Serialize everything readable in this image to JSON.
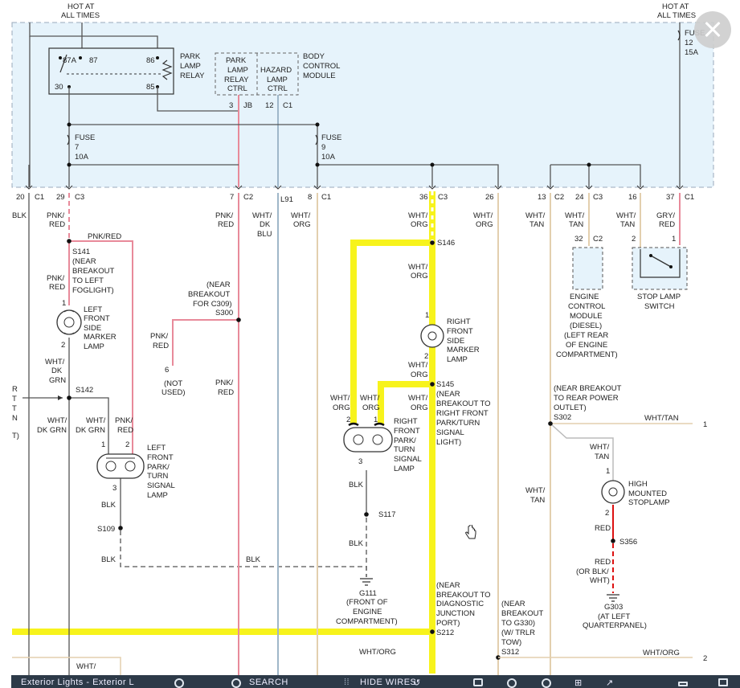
{
  "top": {
    "hot_left": "HOT AT",
    "hot_left2": "ALL TIMES",
    "hot_right": "HOT AT",
    "hot_right2": "ALL TIMES"
  },
  "relay": {
    "label1": "PARK",
    "label2": "LAMP",
    "label3": "RELAY",
    "pin87a": "87A",
    "pin87": "87",
    "pin86": "86",
    "pin30": "30",
    "pin85": "85"
  },
  "bcm": {
    "box1a": "PARK",
    "box1b": "LAMP",
    "box1c": "RELAY",
    "box1d": "CTRL",
    "box2a": "HAZARD",
    "box2b": "LAMP",
    "box2c": "CTRL",
    "label1": "BODY",
    "label2": "CONTROL",
    "label3": "MODULE",
    "pin3": "3",
    "jb": "JB",
    "pin12": "12",
    "c1": "C1"
  },
  "fuses": {
    "f7a": "FUSE",
    "f7b": "7",
    "f7c": "10A",
    "f9a": "FUSE",
    "f9b": "9",
    "f9c": "10A",
    "f12a": "FUSE",
    "f12b": "12",
    "f12c": "15A"
  },
  "pins": {
    "p20": "20",
    "p20c": "C1",
    "p29": "29",
    "p29c": "C3",
    "p7": "7",
    "p7c": "C2",
    "l91": "L91",
    "p8": "8",
    "p8c": "C1",
    "p36": "36",
    "p36c": "C3",
    "p26": "26",
    "p13": "13",
    "p13c": "C2",
    "p24": "24",
    "p24c": "C3",
    "p16": "16",
    "p37": "37",
    "p37c": "C1"
  },
  "wires": {
    "blk_left": "BLK",
    "pnk_red1": "PNK/",
    "pnk_red1b": "RED",
    "pnk_red_h": "PNK/RED",
    "pnk_red_p7": "PNK/",
    "pnk_red_p7b": "RED",
    "wht_dk_blu": "WHT/",
    "wht_dk_blu2": "DK",
    "wht_dk_blu3": "BLU",
    "wht_org_p8": "WHT/",
    "wht_org_p8b": "ORG",
    "wht_org_p36": "WHT/",
    "wht_org_p36b": "ORG",
    "wht_org_p26": "WHT/",
    "wht_org_p26b": "ORG",
    "wht_tan_p13": "WHT/",
    "wht_tan_p13b": "TAN",
    "wht_tan_p24": "WHT/",
    "wht_tan_p24b": "TAN",
    "wht_tan_p16": "WHT/",
    "wht_tan_p16b": "TAN",
    "gry_red": "GRY/",
    "gry_redb": "RED"
  },
  "left_col": {
    "s141": "S141",
    "s141_n1": "(NEAR",
    "s141_n2": "BREAKOUT",
    "s141_n3": "TO LEFT",
    "s141_n4": "FOGLIGHT)",
    "pnk_red2": "PNK/",
    "pnk_red2b": "RED",
    "lamp_l1": "LEFT",
    "lamp_l2": "FRONT",
    "lamp_l3": "SIDE",
    "lamp_l4": "MARKER",
    "lamp_l5": "LAMP",
    "pin1": "1",
    "pin2": "2",
    "wht_dk_grn": "WHT/",
    "wht_dk_grn2": "DK",
    "wht_dk_grn3": "GRN",
    "s142": "S142",
    "edge_r1": "R",
    "edge_r2": "T",
    "edge_r3": "T",
    "edge_r4": "N",
    "edge_r5": "T)",
    "w1": "WHT/",
    "w1b": "DK GRN",
    "w2": "WHT/",
    "w2b": "DK GRN",
    "w3": "PNK/",
    "w3b": "RED",
    "turn1": "LEFT",
    "turn2": "FRONT",
    "turn3": "PARK/",
    "turn4": "TURN",
    "turn5": "SIGNAL",
    "turn6": "LAMP",
    "tp1": "1",
    "tp2": "2",
    "tp3": "3",
    "blk1": "BLK",
    "s109": "S109",
    "blk2": "BLK"
  },
  "mid": {
    "s300_1": "(NEAR",
    "s300_2": "BREAKOUT",
    "s300_3": "FOR C309)",
    "s300": "S300",
    "pnk_red3": "PNK/",
    "pnk_red3b": "RED",
    "pin6": "6",
    "nu1": "(NOT",
    "nu2": "USED)",
    "pnk_red4": "PNK/",
    "pnk_red4b": "RED",
    "blk3": "BLK",
    "g111": "G111",
    "g111_2": "(FRONT OF",
    "g111_3": "ENGINE",
    "g111_4": "COMPARTMENT)"
  },
  "right_front": {
    "s146": "S146",
    "wo1": "WHT/",
    "wo1b": "ORG",
    "lamp1": "RIGHT",
    "lamp2": "FRONT",
    "lamp3": "SIDE",
    "lamp4": "MARKER",
    "lamp5": "LAMP",
    "rp1": "1",
    "rp2": "2",
    "wo2": "WHT/",
    "wo2b": "ORG",
    "s145": "S145",
    "s145_1": "(NEAR",
    "s145_2": "BREAKOUT TO",
    "s145_3": "RIGHT FRONT",
    "s145_4": "PARK/TURN",
    "s145_5": "SIGNAL",
    "s145_6": "LIGHT)",
    "wo3": "WHT/",
    "wo3b": "ORG",
    "wo4": "WHT/",
    "wo4b": "ORG",
    "wo5": "WHT/",
    "wo5b": "ORG",
    "t1": "RIGHT",
    "t2": "FRONT",
    "t3": "PARK/",
    "t4": "TURN",
    "t5": "SIGNAL",
    "t6": "LAMP",
    "tp2": "2",
    "tp1": "1",
    "tp3": "3",
    "blk4": "BLK",
    "s117": "S117",
    "blk5": "BLK",
    "s212_1": "(NEAR",
    "s212_2": "BREAKOUT TO",
    "s212_3": "DIAGNOSTIC",
    "s212_4": "JUNCTION",
    "s212_5": "PORT)",
    "s212": "S212",
    "wo_bottom": "WHT/ORG"
  },
  "right": {
    "ecm_pin": "32",
    "ecm_c": "C2",
    "ecm1": "ENGINE",
    "ecm2": "CONTROL",
    "ecm3": "MODULE",
    "ecm4": "(DIESEL)",
    "ecm5": "(LEFT REAR",
    "ecm6": "OF ENGINE",
    "ecm7": "COMPARTMENT)",
    "sw_p2": "2",
    "sw_p1": "1",
    "sw1": "STOP LAMP",
    "sw2": "SWITCH",
    "s302_1": "(NEAR BREAKOUT",
    "s302_2": "TO REAR POWER",
    "s302_3": "OUTLET)",
    "s302": "S302",
    "wt1": "WHT/TAN",
    "end1": "1",
    "wt2": "WHT/",
    "wt2b": "TAN",
    "wt3": "WHT/",
    "wt3b": "TAN",
    "hm1": "HIGH",
    "hm2": "MOUNTED",
    "hm3": "STOPLAMP",
    "hp1": "1",
    "hp2": "2",
    "red1": "RED",
    "s356": "S356",
    "red2": "RED",
    "red2b": "(OR BLK/",
    "red2c": "WHT)",
    "g303": "G303",
    "g303_2": "(AT LEFT",
    "g303_3": "QUARTERPANEL)",
    "s312_1": "(NEAR",
    "s312_2": "BREAKOUT",
    "s312_3": "TO G330)",
    "s312_4": "(W/ TRLR",
    "s312_5": "TOW)",
    "s312": "S312",
    "wo_r": "WHT/ORG",
    "end2": "2",
    "wht_bottom": "WHT/"
  },
  "toolbar": {
    "title": "Exterior Lights - Exterior L",
    "search": "SEARCH",
    "hide_wires": "HIDE WIRES"
  },
  "colors": {
    "module_fill": "#e6f3fb",
    "pink_wire": "#e88a9a",
    "tan_wire": "#e3cfae",
    "blue_wire": "#9fb7c9",
    "highlight": "#f7f31c",
    "red_wire": "#d11",
    "gray_wire": "#666"
  }
}
